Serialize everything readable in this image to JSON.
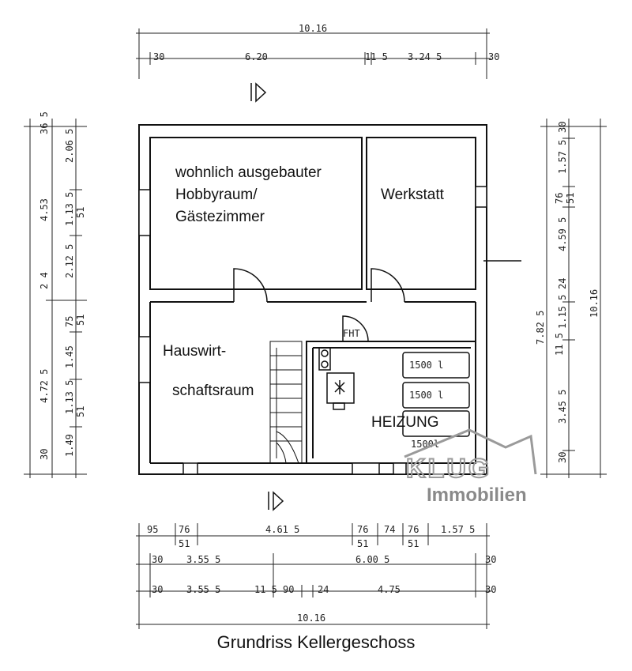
{
  "caption": "Grundriss Kellergeschoss",
  "rooms": {
    "hobby_line1": "wohnlich ausgebauter",
    "hobby_line2": "Hobbyraum/",
    "hobby_line3": "Gästezimmer",
    "workshop": "Werkstatt",
    "utility_line1": "Hauswirt-",
    "utility_line2": "schaftsraum",
    "heating": "HEIZUNG",
    "fht": "FHT"
  },
  "tanks": [
    "1500 l",
    "1500 l",
    "1500l"
  ],
  "logo": {
    "brand": "KLUG",
    "sub": "Immobilien",
    "color": "#8a8a8a"
  },
  "dimensions": {
    "top_total": "10.16",
    "top_parts": [
      "30",
      "6.20",
      "11 5",
      "3.24 5",
      "30"
    ],
    "left_outer": [
      "36 5",
      "4.53",
      "4.72 5",
      "30"
    ],
    "left_inner": [
      "2.06 5",
      "1.13 5",
      "2.12 5",
      "2 4",
      "75",
      "1.45",
      "1.13 5",
      "1.49"
    ],
    "left_small": [
      "51",
      "51",
      "51"
    ],
    "right_outer": [
      "10.16"
    ],
    "right_mid": [
      "7.82 5"
    ],
    "right_inner": [
      "30",
      "1.57 5",
      "76",
      "51",
      "4.59 5",
      "24",
      "11 5",
      "1.15 5",
      "3.45 5",
      "30"
    ],
    "bottom_row1": [
      "95",
      "76",
      "51",
      "4.61 5",
      "76",
      "51",
      "74",
      "76",
      "51",
      "1.57 5"
    ],
    "bottom_row2": [
      "30",
      "3.55 5",
      "6.00 5",
      "30"
    ],
    "bottom_row3": [
      "30",
      "3.55 5",
      "11 5",
      "90",
      "24",
      "4.75",
      "30"
    ],
    "bottom_total": "10.16"
  }
}
